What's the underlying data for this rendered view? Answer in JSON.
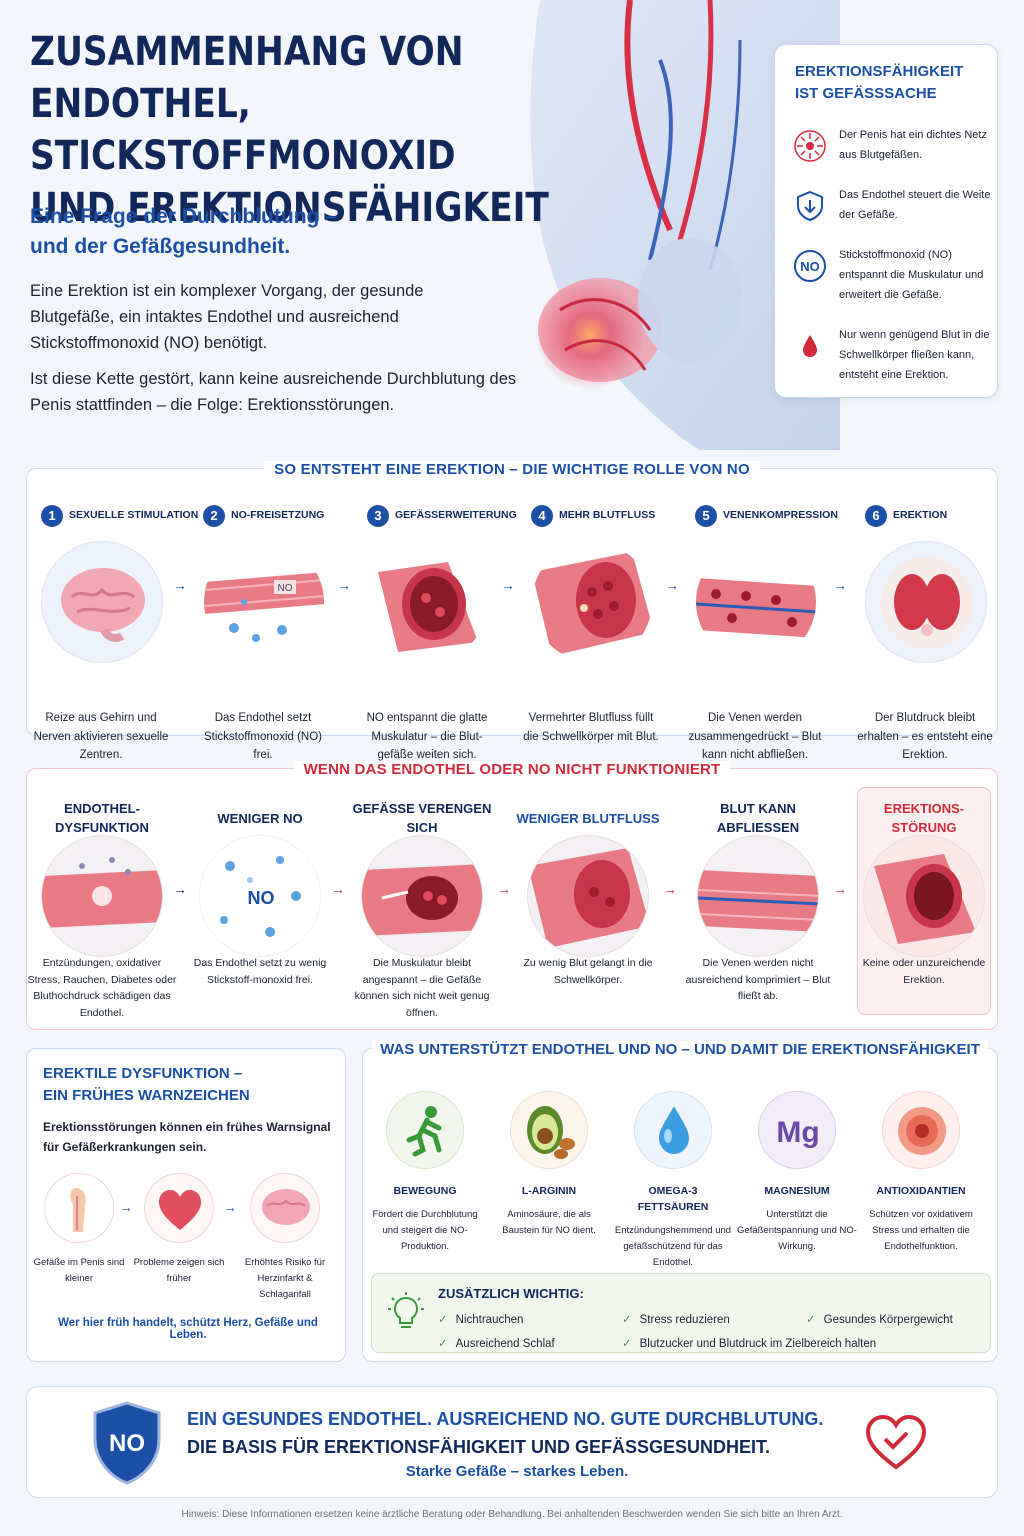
{
  "header": {
    "title_line1": "Zusammenhang von",
    "title_line2": "Endothel, Stickstoffmonoxid",
    "title_line3": "und Erektionsfähigkeit",
    "subtitle_line1": "Eine Frage der Durchblutung –",
    "subtitle_line2": "und der Gefäßgesundheit.",
    "intro": "Eine Erektion ist ein komplexer Vorgang, der gesunde Blutgefäße, ein intaktes Endothel und ausreichend Stickstoffmonoxid (NO) benötigt.",
    "intro2": "Ist diese Kette gestört, kann keine ausreichende Durchblutung des Penis stattfinden – die Folge: Erektionsstörungen."
  },
  "side_card": {
    "title": "Erektionsfähigkeit ist Gefässsache",
    "items": [
      {
        "icon": "vessel-network-icon",
        "text": "Der Penis hat ein dichtes Netz aus Blutgefäßen."
      },
      {
        "icon": "shield-icon",
        "text": "Das Endothel steuert die Weite der Gefäße."
      },
      {
        "icon": "no-molecule-icon",
        "text": "Stickstoffmonoxid (NO) entspannt die Muskulatur und erweitert die Gefäße."
      },
      {
        "icon": "blood-drop-icon",
        "text": "Nur wenn genügend Blut in die Schwellkörper fließen kann, entsteht eine Erektion."
      }
    ],
    "no_label": "NO"
  },
  "process": {
    "title": "So entsteht eine Erektion – die wichtige Rolle von NO",
    "steps": [
      {
        "num": "1",
        "label": "Sexuelle Stimulation",
        "desc": "Reize aus Gehirn und Nerven aktivieren sexuelle Zentren.",
        "icon": "brain-icon"
      },
      {
        "num": "2",
        "label": "NO-Freisetzung",
        "desc": "Das Endothel setzt Stickstoffmonoxid (NO) frei.",
        "icon": "endothelium-icon"
      },
      {
        "num": "3",
        "label": "Gefässerweiterung",
        "desc": "NO entspannt die glatte Muskulatur – die Blut-gefäße weiten sich.",
        "icon": "vessel-dilation-icon"
      },
      {
        "num": "4",
        "label": "Mehr Blutfluss",
        "desc": "Vermehrter Blutfluss füllt die Schwellkörper mit Blut.",
        "icon": "blood-flow-icon"
      },
      {
        "num": "5",
        "label": "Venenkompression",
        "desc": "Die Venen werden zusammengedrückt – Blut kann nicht abfließen.",
        "icon": "vein-compression-icon"
      },
      {
        "num": "6",
        "label": "Erektion",
        "desc": "Der Blutdruck bleibt erhalten – es entsteht eine Erektion.",
        "icon": "cross-section-icon"
      }
    ],
    "no_tag": "NO"
  },
  "failure": {
    "title": "Wenn das Endothel oder NO nicht funktioniert",
    "steps": [
      {
        "head_line1": "Endothel-",
        "head_line2": "dysfunktion",
        "desc": "Entzündungen, oxidativer Stress, Rauchen, Diabetes oder Bluthochdruck schädigen das Endothel."
      },
      {
        "head_line1": "Weniger NO",
        "head_line2": "",
        "desc": "Das Endothel setzt zu wenig Stickstoff-monoxid frei."
      },
      {
        "head_line1": "Gefässe verengen",
        "head_line2": "sich",
        "desc": "Die Muskulatur bleibt angespannt – die Gefäße können sich nicht weit genug öffnen."
      },
      {
        "head_line1": "Weniger Blutfluss",
        "head_line2": "",
        "desc": "Zu wenig Blut gelangt in die Schwellkörper."
      },
      {
        "head_line1": "Blut kann",
        "head_line2": "abfliessen",
        "desc": "Die Venen werden nicht ausreichend komprimiert – Blut fließt ab."
      },
      {
        "head_line1": "Erektions-",
        "head_line2": "störung",
        "desc": "Keine oder unzureichende Erektion."
      }
    ],
    "no_label": "NO"
  },
  "ed_warning": {
    "title_line1": "Erektile Dysfunktion –",
    "title_line2": "ein frühes Warnzeichen",
    "subtitle": "Erektionsstörungen können ein frühes Warnsignal für Gefäßerkrankungen sein.",
    "items": [
      {
        "icon": "penis-vessel-icon",
        "text": "Gefäße im Penis sind kleiner"
      },
      {
        "icon": "heart-organ-icon",
        "text": "Probleme zeigen sich früher"
      },
      {
        "icon": "brain-icon",
        "text": "Erhöhtes Risiko für Herzinfarkt & Schlaganfall"
      }
    ],
    "footer": "Wer hier früh handelt, schützt Herz, Gefäße und Leben."
  },
  "support": {
    "title": "Was unterstützt Endothel und NO – und damit die Erektionsfähigkeit",
    "items": [
      {
        "label": "Bewegung",
        "desc": "Fördert die Durchblutung und steigert die NO-Produktion.",
        "icon": "running-icon"
      },
      {
        "label": "L-Arginin",
        "desc": "Aminosäure, die als Baustein für NO dient.",
        "icon": "avocado-icon"
      },
      {
        "label": "Omega-3 Fettsäuren",
        "desc": "Entzündungshemmend und gefäßschützend für das Endothel.",
        "icon": "oil-drop-icon"
      },
      {
        "label": "Magnesium",
        "desc": "Unterstützt die Gefäßentspannung und NO-Wirkung.",
        "icon": "magnesium-icon"
      },
      {
        "label": "Antioxidantien",
        "desc": "Schützen vor oxidativem Stress und erhalten die Endothelfunktion.",
        "icon": "cell-icon"
      }
    ],
    "mg_label": "Mg",
    "extra_title": "Zusätzlich wichtig:",
    "extra_items": [
      "Nichtrauchen",
      "Stress reduzieren",
      "Gesundes Körpergewicht",
      "Ausreichend Schlaf",
      "Blutzucker und Blutdruck im Zielbereich halten"
    ]
  },
  "banner": {
    "line1": "Ein gesundes Endothel. Ausreichend NO. Gute Durchblutung.",
    "line2": "Die Basis für Erektionsfähigkeit und Gefässgesundheit.",
    "line3": "Starke Gefäße – starkes Leben.",
    "shield_label": "NO"
  },
  "note": "Hinweis: Diese Informationen ersetzen keine ärztliche Beratung oder Behandlung. Bei anhaltenden Beschwerden wenden Sie sich bitte an Ihren Arzt.",
  "colors": {
    "navy": "#13285a",
    "blue": "#1c4fa6",
    "red": "#d22a3a",
    "green": "#3a9a3a"
  }
}
